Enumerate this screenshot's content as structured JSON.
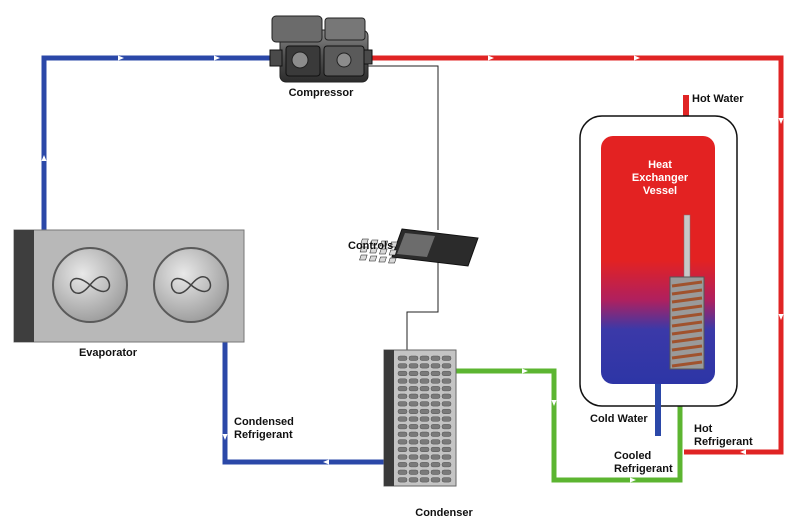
{
  "labels": {
    "compressor": "Compressor",
    "controls": "Controls",
    "evaporator": "Evaporator",
    "condenser": "Condenser",
    "hot_water": "Hot Water",
    "vessel_line1": "Heat",
    "vessel_line2": "Exchanger",
    "vessel_line3": "Vessel",
    "cold_water": "Cold Water",
    "hot_refrigerant_line1": "Hot",
    "hot_refrigerant_line2": "Refrigerant",
    "condensed_refrigerant_line1": "Condensed",
    "condensed_refrigerant_line2": "Refrigerant",
    "cooled_refrigerant_line1": "Cooled",
    "cooled_refrigerant_line2": "Refrigerant"
  },
  "colors": {
    "hot_line": "#e02424",
    "cold_line": "#2b48a8",
    "cooled_line": "#5cb531",
    "vessel_hot": "#e02424",
    "vessel_cold": "#2b3aa8",
    "unit_grey": "#b5b5b5",
    "unit_dark": "#444444"
  }
}
